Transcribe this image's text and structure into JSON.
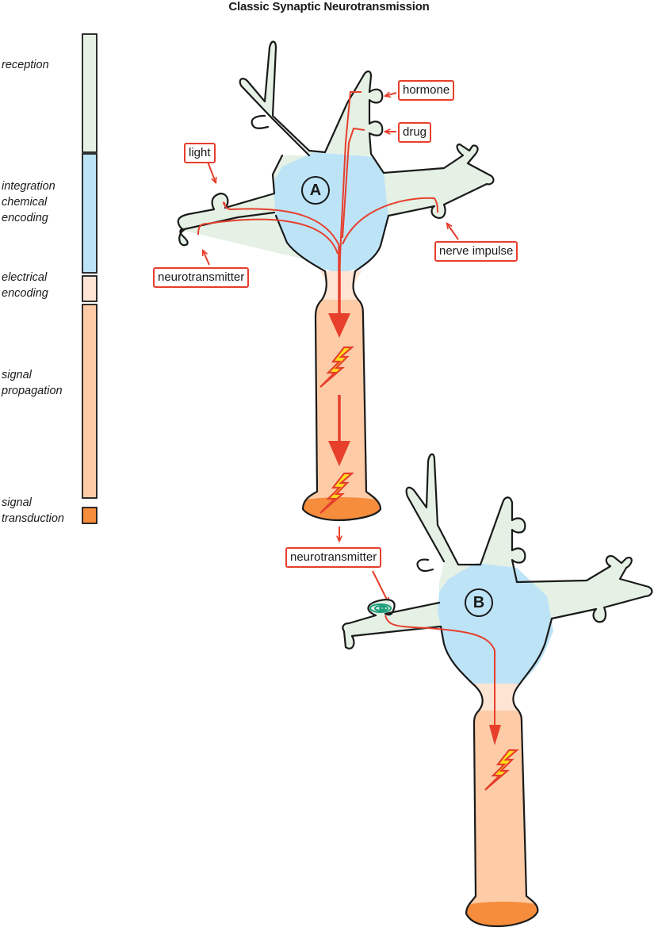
{
  "title": "Classic Synaptic Neurotransmission",
  "stages": [
    {
      "label": "reception",
      "color": "#e4f1e4"
    },
    {
      "label": "integration chemical encoding",
      "lines": [
        "integration",
        "chemical",
        "encoding"
      ],
      "color": "#bde3f7"
    },
    {
      "label": "electrical encoding",
      "lines": [
        "electrical",
        "encoding"
      ],
      "color": "#fde4d3"
    },
    {
      "label": "signal propagation",
      "lines": [
        "signal",
        "propagation"
      ],
      "color": "#fdcca7"
    },
    {
      "label": "signal transduction",
      "lines": [
        "signal",
        "transduction"
      ],
      "color": "#f58d3d"
    }
  ],
  "neurons": {
    "a": {
      "label": "A"
    },
    "b": {
      "label": "B"
    }
  },
  "callouts": {
    "hormone": "hormone",
    "drug": "drug",
    "light": "light",
    "nerve_impulse": "nerve impulse",
    "neurotransmitter_a": "neurotransmitter",
    "neurotransmitter_between": "neurotransmitter"
  },
  "colors": {
    "dendrite": "#e4f1e4",
    "soma": "#bde3f7",
    "axon": "#fdcca7",
    "hillock": "#fde4d3",
    "terminal": "#f58d3d",
    "signal": "#e63f2c",
    "outline": "#1a1a1a",
    "bolt_fill": "#ffe11a",
    "receptor": "#1a9b7a"
  }
}
